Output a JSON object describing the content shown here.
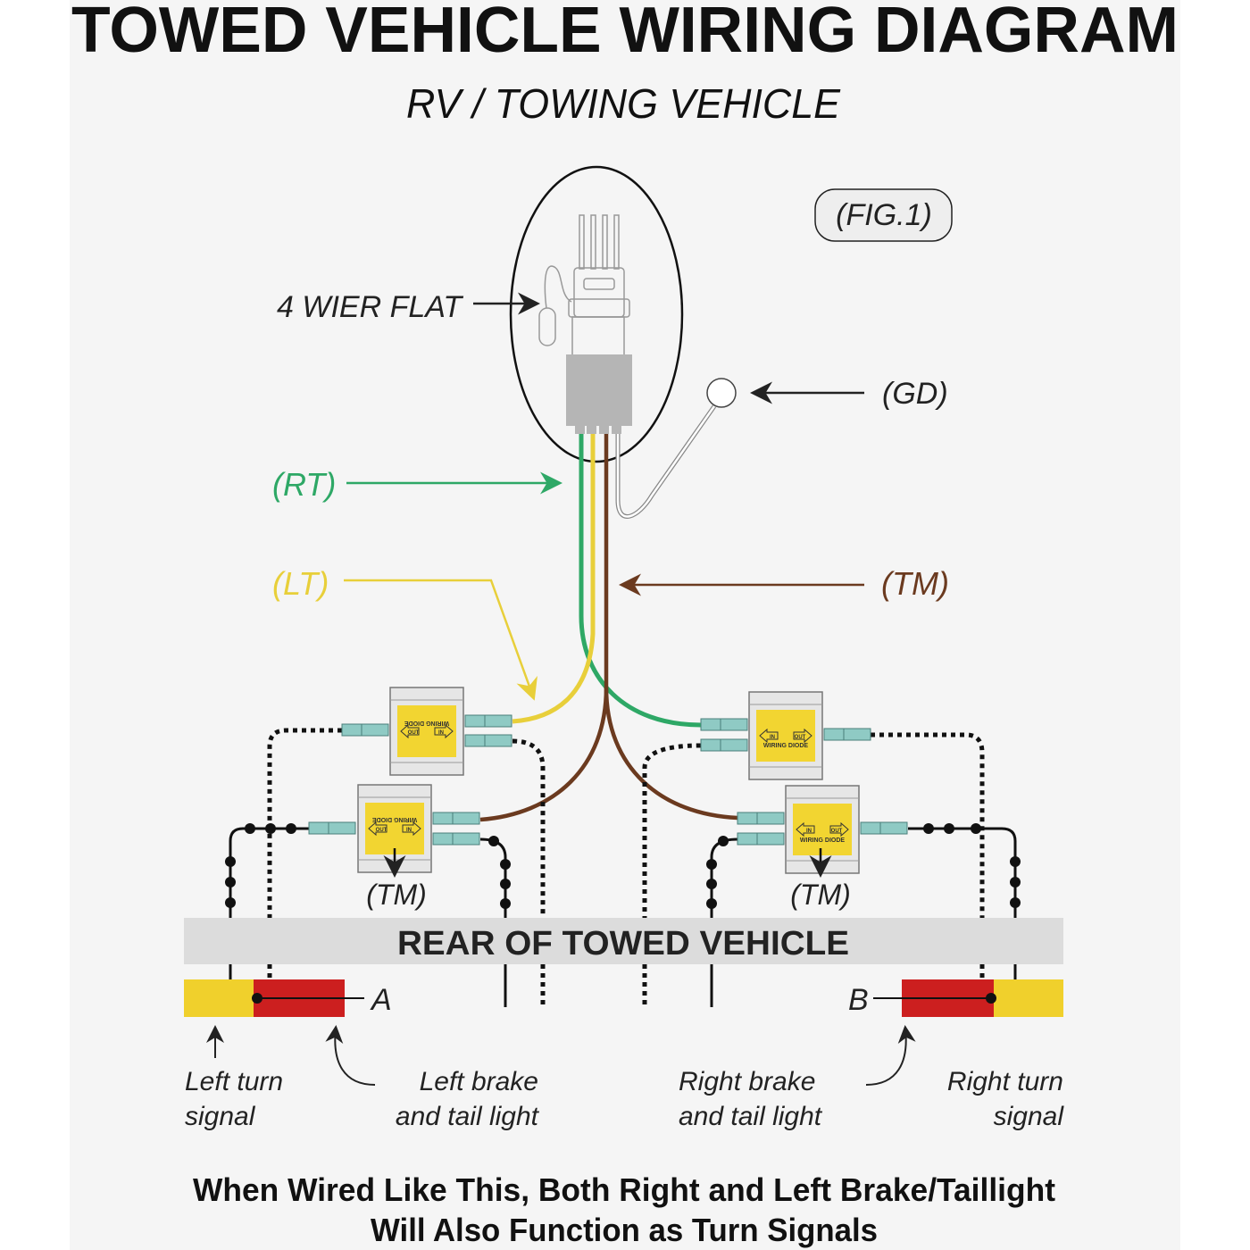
{
  "title": "TOWED VEHICLE WIRING DIAGRAM",
  "subtitle": "RV / TOWING VEHICLE",
  "figure_label": "(FIG.1)",
  "connector_label": "4 WIER FLAT",
  "wire_labels": {
    "rt": "(RT)",
    "lt": "(LT)",
    "tm": "(TM)",
    "gd": "(GD)",
    "tm_left_diode": "(TM)",
    "tm_right_diode": "(TM)"
  },
  "diode": {
    "label": "WIRING DIODE",
    "in": "IN",
    "out": "OUT"
  },
  "rear_bar": "REAR OF TOWED VEHICLE",
  "light_markers": {
    "a": "A",
    "b": "B"
  },
  "light_labels": {
    "left_turn": [
      "Left turn",
      "signal"
    ],
    "left_brake": [
      "Left brake",
      "and tail light"
    ],
    "right_brake": [
      "Right brake",
      "and tail light"
    ],
    "right_turn": [
      "Right turn",
      "signal"
    ]
  },
  "footer": [
    "When Wired Like This, Both Right and Left Brake/Taillight",
    "Will Also Function as Turn Signals"
  ],
  "colors": {
    "green": "#2ea866",
    "yellow": "#e8cf3a",
    "brown": "#6b3a1f",
    "red": "#cc1f1f",
    "amber": "#f0d02c",
    "connector_teal": "#8fcac4",
    "panel": "#f5f5f5",
    "bar": "#dcdcdc"
  }
}
